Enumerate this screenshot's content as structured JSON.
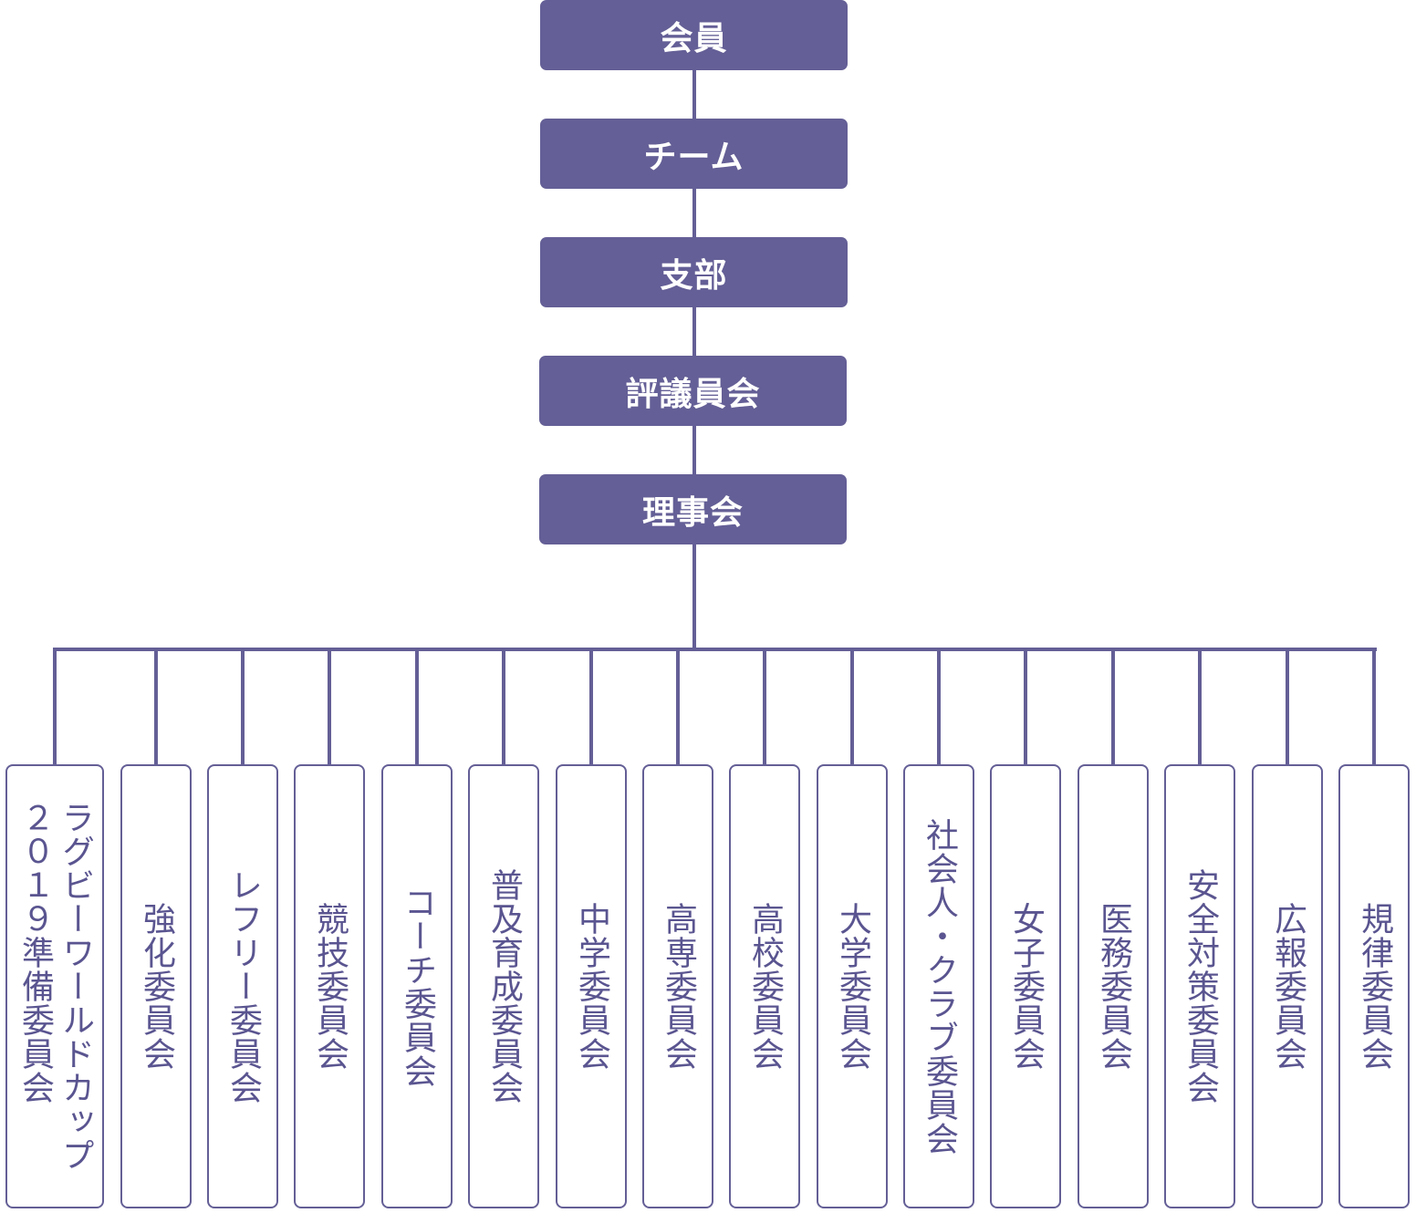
{
  "colors": {
    "accent": "#645f96",
    "box_text": "#ffffff",
    "committee_text": "#5a5590"
  },
  "hierarchy": [
    "会員",
    "チーム",
    "支部",
    "評議員会",
    "理事会"
  ],
  "committees": [
    "ラグビーワールドカップ\n２０１９準備委員会",
    "強化委員会",
    "レフリー委員会",
    "競技委員会",
    "コーチ委員会",
    "普及育成委員会",
    "中学委員会",
    "高専委員会",
    "高校委員会",
    "大学委員会",
    "社会人・クラブ委員会",
    "女子委員会",
    "医務委員会",
    "安全対策委員会",
    "広報委員会",
    "規律委員会"
  ]
}
